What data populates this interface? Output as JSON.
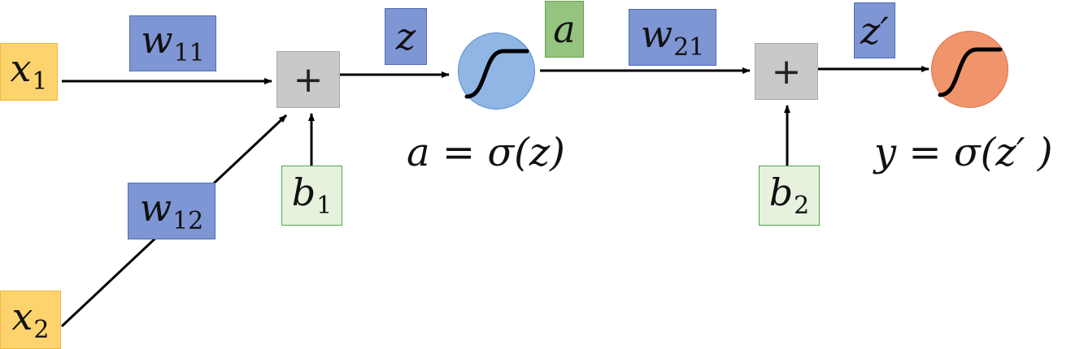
{
  "inputs": [
    {
      "symbol": "x",
      "subscript": "1"
    },
    {
      "symbol": "x",
      "subscript": "2"
    }
  ],
  "weights": [
    {
      "symbol": "w",
      "subscript": "11"
    },
    {
      "symbol": "w",
      "subscript": "12"
    },
    {
      "symbol": "w",
      "subscript": "21"
    }
  ],
  "biases": [
    {
      "symbol": "b",
      "subscript": "1"
    },
    {
      "symbol": "b",
      "subscript": "2"
    }
  ],
  "summation_symbol": "+",
  "pre_activations": {
    "z": "z",
    "z_prime": "z′"
  },
  "activation_label": "a",
  "equations": {
    "hidden": "a = σ(z)",
    "output": "y = σ(z′ )"
  },
  "colors": {
    "input": "#fdd36e",
    "weight": "#7f96d4",
    "bias": "#e6f2de",
    "activation_label": "#94c47f",
    "sum": "#c9c9c9",
    "hidden_neuron": "#8fb6e4",
    "output_neuron": "#f0946c"
  },
  "icons": {
    "neuron_curve": "sigmoid-curve-icon"
  }
}
